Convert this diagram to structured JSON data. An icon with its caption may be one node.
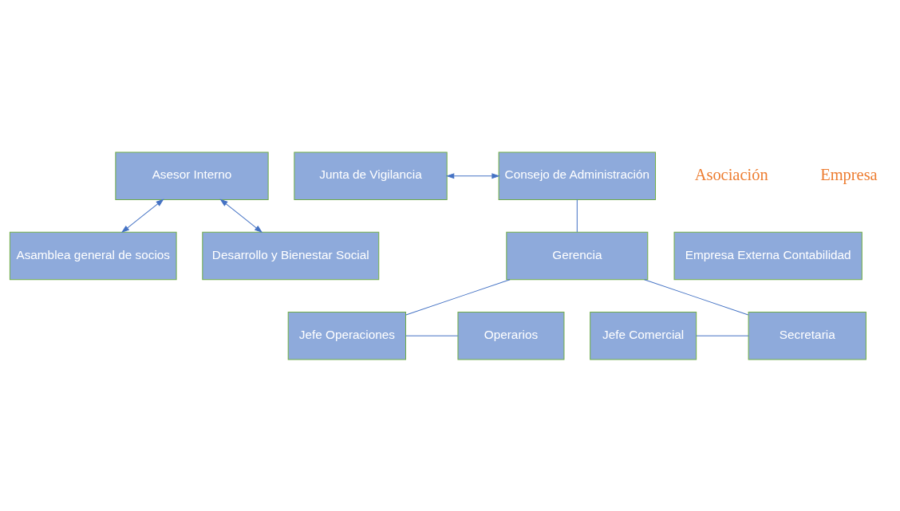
{
  "diagram": {
    "nodes": [
      {
        "text": [
          "Asamblea general de socios"
        ]
      },
      {
        "text": [
          "Junta de Vigilancia"
        ]
      },
      {
        "text": [
          "Consejo de Administración"
        ]
      },
      {
        "text": [
          "Asesor Interno"
        ]
      },
      {
        "text": [
          "Desarrollo y Bienestar Social"
        ]
      },
      {
        "text": [
          "Gerencia"
        ]
      },
      {
        "text": [
          "Empresa Externa Contabilidad"
        ]
      },
      {
        "text": [
          "Jefe Comercial"
        ]
      },
      {
        "text": [
          "Secretaria"
        ]
      },
      {
        "text": [
          "Jefe Operaciones"
        ]
      },
      {
        "text": [
          "Operarios"
        ]
      }
    ],
    "edges": [
      {
        "from": 3,
        "to": 0,
        "arrow": "both"
      },
      {
        "from": 1,
        "to": 2,
        "arrow": "both"
      },
      {
        "from": 3,
        "to": 4,
        "arrow": "both"
      },
      {
        "from": 2,
        "to": 5,
        "arrow": "none"
      },
      {
        "from": 5,
        "to": 8,
        "arrow": "none"
      },
      {
        "from": 5,
        "to": 9,
        "arrow": "none"
      },
      {
        "from": 7,
        "to": 8,
        "arrow": "none"
      },
      {
        "from": 9,
        "to": 10,
        "arrow": "none"
      }
    ],
    "labels": [
      "Asociación",
      "Empresa"
    ]
  }
}
